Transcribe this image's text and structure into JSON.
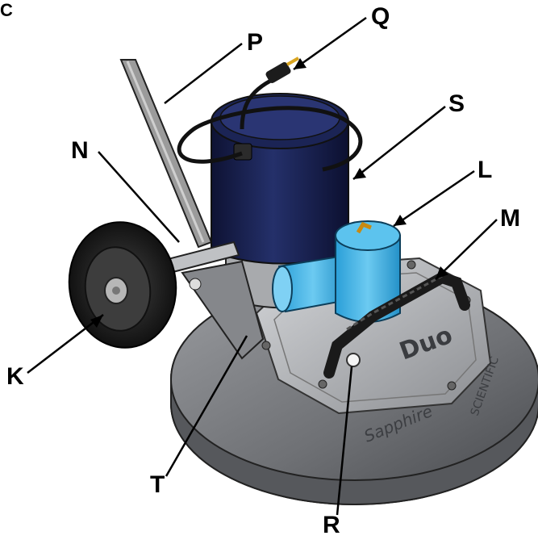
{
  "figure": {
    "id_fragment": "C",
    "brand_text": "Sapphire",
    "brand_text_2": "SCIENTIFIC",
    "badge_text": "Duo"
  },
  "callouts": [
    {
      "id": "K",
      "letter": "K"
    },
    {
      "id": "L",
      "letter": "L"
    },
    {
      "id": "M",
      "letter": "M"
    },
    {
      "id": "N",
      "letter": "N"
    },
    {
      "id": "P",
      "letter": "P"
    },
    {
      "id": "Q",
      "letter": "Q"
    },
    {
      "id": "R",
      "letter": "R"
    },
    {
      "id": "S",
      "letter": "S"
    },
    {
      "id": "T",
      "letter": "T"
    }
  ],
  "colors": {
    "motor": "#161d4a",
    "motor_light": "#2c3a7a",
    "housing": "#77797d",
    "housing_dark": "#4f5155",
    "plate": "#b8babd",
    "vacuum": "#35aee6",
    "vacuum_light": "#8fd6f5",
    "wheel": "#222222",
    "handle": "#8a8a8a",
    "leader": "#000000"
  }
}
